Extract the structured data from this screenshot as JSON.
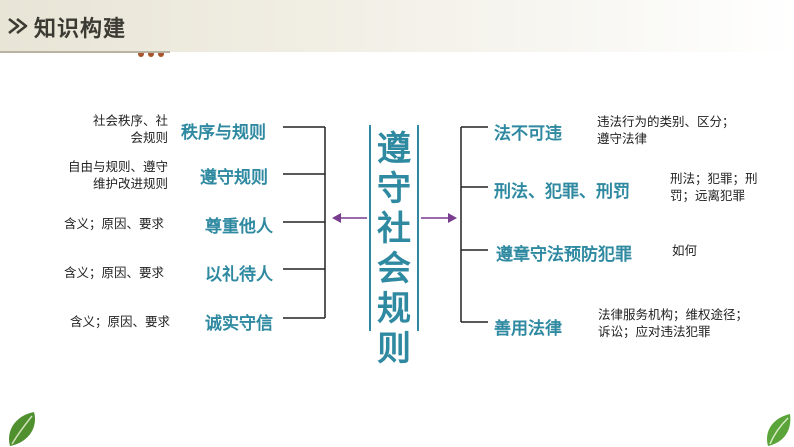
{
  "header": {
    "title": "知识构建"
  },
  "center": {
    "title": "遵\n守\n社\n会\n规\n则"
  },
  "left": [
    {
      "label": "秩序与规则",
      "desc": "社会秩序、社\n会规则"
    },
    {
      "label": "遵守规则",
      "desc": "自由与规则、遵守\n维护改进规则"
    },
    {
      "label": "尊重他人",
      "desc": "含义；原因、要求"
    },
    {
      "label": "以礼待人",
      "desc": "含义；原因、要求"
    },
    {
      "label": "诚实守信",
      "desc": "含义；原因、要求"
    }
  ],
  "right": [
    {
      "label": "法不可违",
      "desc": "违法行为的类别、区分；\n遵守法律"
    },
    {
      "label": "刑法、犯罪、刑罚",
      "desc": "刑法；犯罪；刑\n罚；远离犯罪"
    },
    {
      "label": "遵章守法预防犯罪",
      "desc": "如何"
    },
    {
      "label": "善用法律",
      "desc": "法律服务机构；维权途径；\n诉讼；应对违法犯罪"
    }
  ],
  "colors": {
    "accent": "#2f8aa1",
    "arrow": "#7a3c8f",
    "leaf": "#5a9a3a"
  }
}
